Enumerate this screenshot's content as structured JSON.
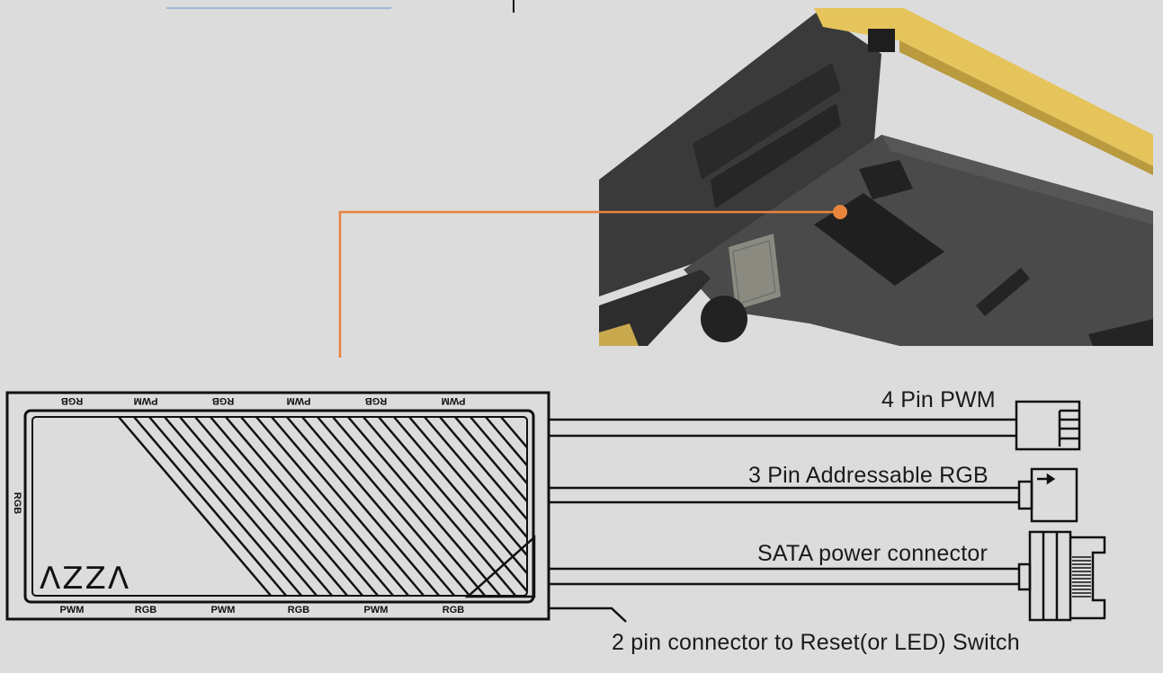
{
  "hub": {
    "logo": "ΛZZΛ",
    "top_labels": [
      "RGB",
      "PWM",
      "RGB",
      "PWM",
      "RGB",
      "PWM"
    ],
    "bottom_labels": [
      "PWM",
      "RGB",
      "PWM",
      "RGB",
      "PWM",
      "RGB"
    ],
    "side_label": "RGB"
  },
  "connectors": {
    "pwm": "4 Pin PWM",
    "argb": "3 Pin Addressable RGB",
    "sata": "SATA power connector",
    "reset": "2 pin connector to Reset(or LED) Switch"
  },
  "colors": {
    "background": "#dcdcdc",
    "callout": "#e8843c",
    "case_frame": "#3c3c3c",
    "accent_gold": "#e6c45c"
  }
}
